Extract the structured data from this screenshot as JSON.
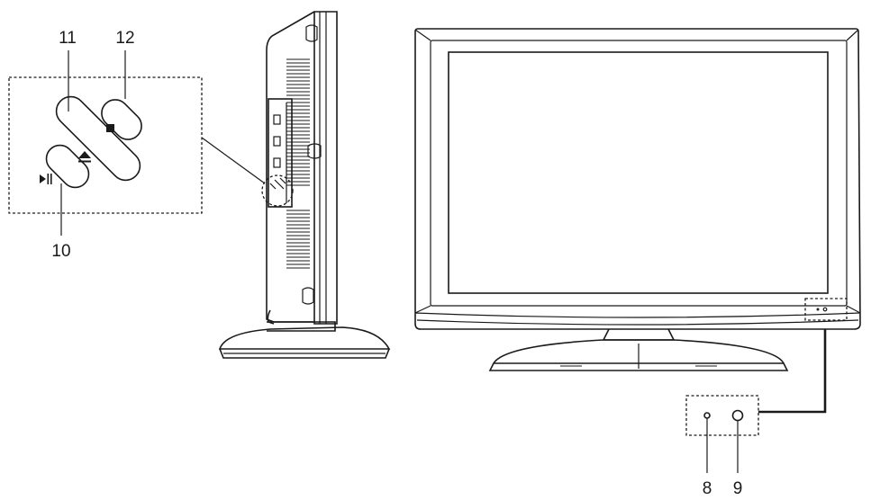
{
  "callouts": {
    "play_pause": "10",
    "eject": "11",
    "stop": "12",
    "sensor": "8",
    "indicator": "9"
  }
}
